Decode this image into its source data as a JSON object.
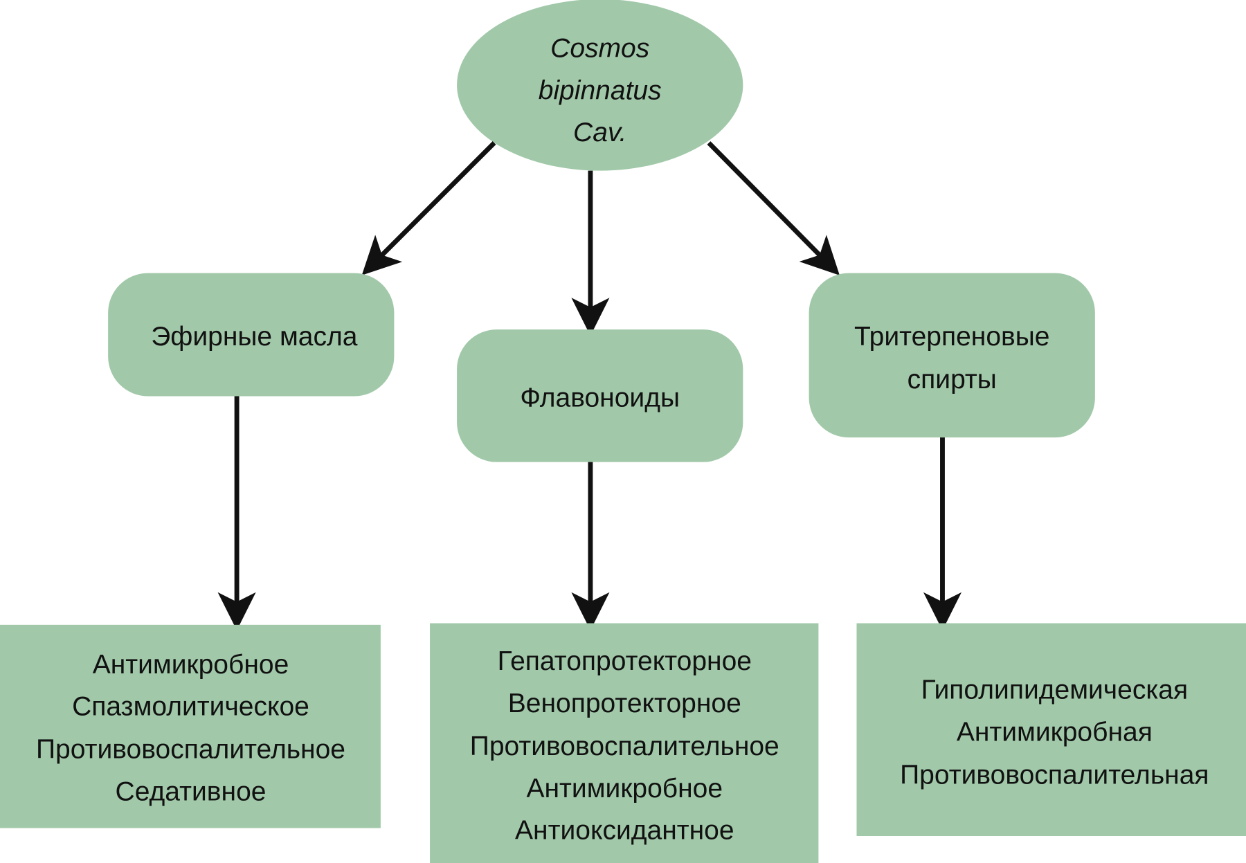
{
  "colors": {
    "node_fill": "#a1c9a9",
    "arrow": "#111111"
  },
  "root": {
    "lines": [
      "Cosmos",
      "bipinnatus",
      "Cav."
    ]
  },
  "groups": [
    {
      "title_lines": [
        "Эфирные масла"
      ],
      "effects": [
        "Антимикробное",
        "Спазмолитическое",
        "Противовоспалительное",
        "Седативное"
      ]
    },
    {
      "title_lines": [
        "Флавоноиды"
      ],
      "effects": [
        "Гепатопротекторное",
        "Венопротекторное",
        "Противовоспалительное",
        "Антимикробное",
        "Антиоксидантное"
      ]
    },
    {
      "title_lines": [
        "Тритерпеновые",
        "спирты"
      ],
      "effects": [
        "Гиполипидемическая",
        "Антимикробная",
        "Противовоспалительная"
      ]
    }
  ]
}
